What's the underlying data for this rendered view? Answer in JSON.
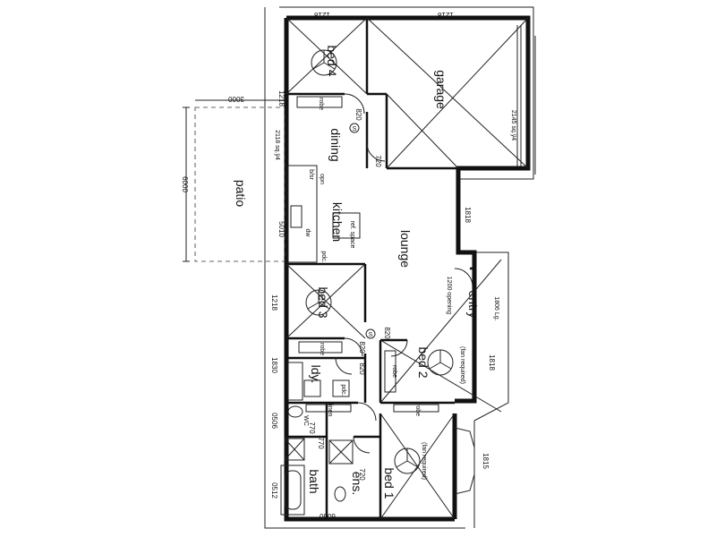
{
  "rooms": {
    "bed4": "bed 4",
    "garage": "garage",
    "dining": "dining",
    "patio": "patio",
    "kitchen": "kitchen",
    "lounge": "lounge",
    "bed3": "bed 3",
    "entry": "entry",
    "bed2": "bed 2",
    "ldy": "ldy.",
    "bath": "bath",
    "ens": "ens.",
    "bed1": "bed 1",
    "wc": "WC"
  },
  "labels": {
    "robe": "robe",
    "linen": "linen",
    "fan_required": "(fan required)",
    "s_marker": "S",
    "patio_area": "2118 sq.ÿ4",
    "garage_area": "2145 sq.ÿ4",
    "entry_dim": "1200 opening",
    "entry_lg": "1806 Lg.",
    "pdc": "pdc.",
    "fridge": "ref. space",
    "opn": "opn",
    "dw": "dw",
    "bsr": "b/sr"
  },
  "dimensions": {
    "top_left": "1218",
    "top_right": "1218",
    "patio_w": "3000",
    "patio_h": "6000",
    "d820a": "820",
    "d820b": "820",
    "d820c": "820",
    "d820d": "820",
    "d720a": "720",
    "d720b": "720",
    "d770a": "770",
    "d770b": "770",
    "d1218": "1218",
    "d1818a": "1818",
    "d1818b": "1818",
    "d1815": "1815",
    "d1830": "1830",
    "d0506": "0506",
    "d0512": "0512",
    "d6060": "6060",
    "d5010": "5010",
    "d1218b": "1218"
  }
}
